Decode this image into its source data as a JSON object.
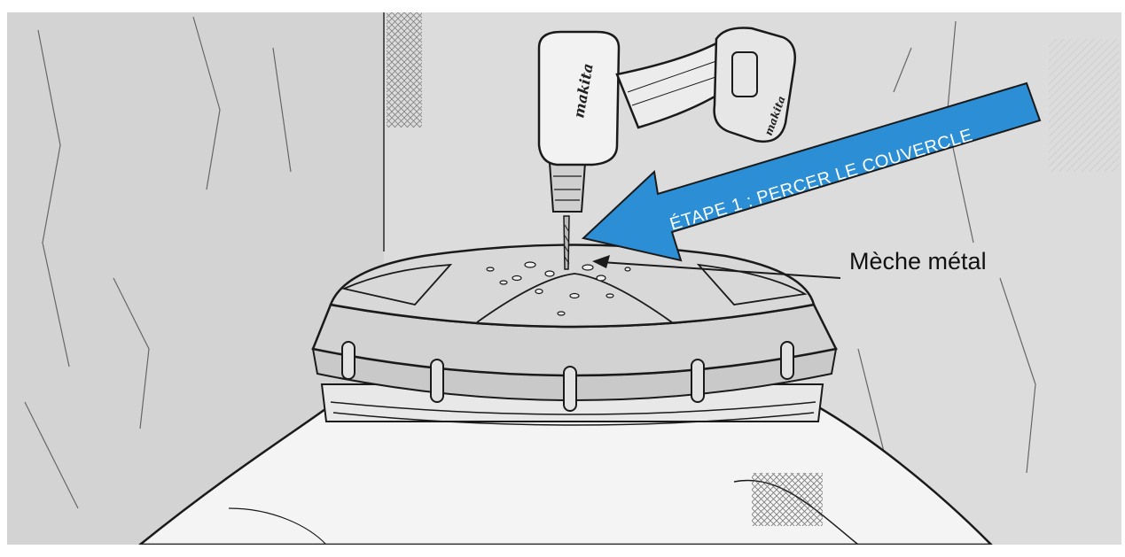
{
  "illustration": {
    "step_banner": "ÉTAPE 1 : PERCER LE COUVERCLE",
    "drill_bit_label": "Mèche métal",
    "drill_brand": "makita",
    "colors": {
      "background_wall": "#dcdcdc",
      "banner_blue": "#2c8fd6",
      "line": "#1a1a1a",
      "lid": "#d2d2d2",
      "barrel": "#f4f4f4"
    },
    "icons": [
      "cordless-drill-icon",
      "arrow-icon"
    ]
  }
}
